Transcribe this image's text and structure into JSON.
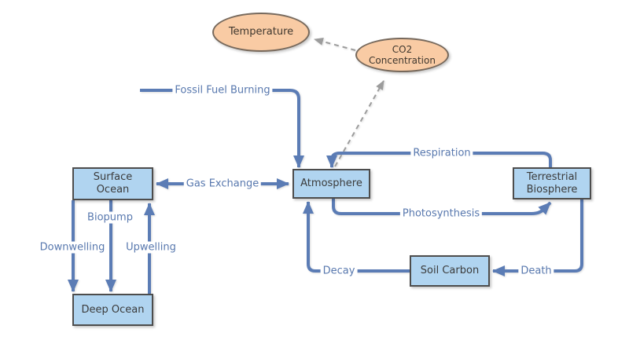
{
  "nodes": {
    "temperature": {
      "label": "Temperature",
      "shape": "ellipse"
    },
    "co2_concentration": {
      "label": "CO2 Concentration",
      "shape": "ellipse"
    },
    "surface_ocean": {
      "label": "Surface Ocean",
      "shape": "box"
    },
    "deep_ocean": {
      "label": "Deep Ocean",
      "shape": "box"
    },
    "atmosphere": {
      "label": "Atmosphere",
      "shape": "box"
    },
    "terrestrial_biosphere": {
      "label": "Terrestrial Biosphere",
      "shape": "box"
    },
    "soil_carbon": {
      "label": "Soil Carbon",
      "shape": "box"
    }
  },
  "edges": {
    "fossil_fuel_burning": {
      "label": "Fossil Fuel Burning",
      "to": "atmosphere",
      "style": "solid-arrow"
    },
    "gas_exchange": {
      "label": "Gas Exchange",
      "between": [
        "surface_ocean",
        "atmosphere"
      ],
      "style": "double-arrow"
    },
    "respiration": {
      "label": "Respiration",
      "from": "terrestrial_biosphere",
      "to": "atmosphere",
      "style": "solid-arrow"
    },
    "photosynthesis": {
      "label": "Photosynthesis",
      "from": "atmosphere",
      "to": "terrestrial_biosphere",
      "style": "solid-arrow"
    },
    "decay": {
      "label": "Decay",
      "from": "soil_carbon",
      "to": "atmosphere",
      "style": "solid-arrow"
    },
    "death": {
      "label": "Death",
      "from": "terrestrial_biosphere",
      "to": "soil_carbon",
      "style": "solid-arrow"
    },
    "biopump": {
      "label": "Biopump",
      "from": "surface_ocean",
      "to": "deep_ocean",
      "style": "solid-arrow"
    },
    "downwelling": {
      "label": "Downwelling",
      "from": "surface_ocean",
      "to": "deep_ocean",
      "style": "solid-arrow"
    },
    "upwelling": {
      "label": "Upwelling",
      "from": "deep_ocean",
      "to": "surface_ocean",
      "style": "solid-arrow"
    },
    "atmosphere_to_co2": {
      "label": "",
      "from": "atmosphere",
      "to": "co2_concentration",
      "style": "dashed-arrow"
    },
    "co2_to_temperature": {
      "label": "",
      "from": "co2_concentration",
      "to": "temperature",
      "style": "dashed-arrow"
    }
  },
  "colors": {
    "arrow": "#5b7cb5",
    "dashed_arrow": "#9c9c9c",
    "label_text": "#5878ae",
    "node_box_fill": "#b0d4f0",
    "node_box_border": "#4d4d4d",
    "ellipse_fill": "#f9cba4",
    "ellipse_border": "#77695c",
    "node_text": "#3b3b3b"
  }
}
